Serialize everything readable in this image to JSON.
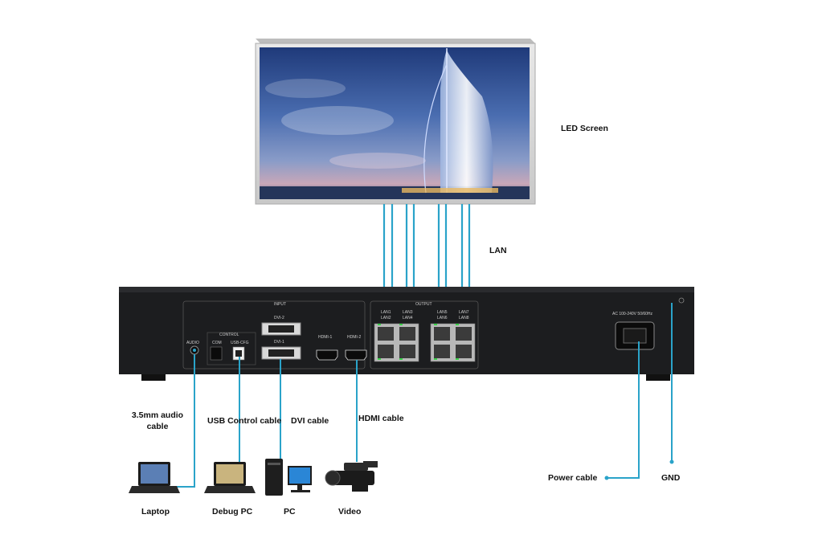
{
  "diagram": {
    "screen_label": "LED Screen",
    "lan_label": "LAN",
    "cables": {
      "audio": "3.5mm audio cable",
      "usb": "USB Control cable",
      "dvi": "DVI cable",
      "hdmi": "HDMI cable",
      "power": "Power cable",
      "gnd": "GND"
    },
    "devices": {
      "laptop": "Laptop",
      "debug_pc": "Debug PC",
      "pc": "PC",
      "video": "Video"
    },
    "panel": {
      "input_title": "INPUT",
      "output_title": "OUTPUT",
      "control_title": "CONTROL",
      "audio": "AUDIO",
      "com": "COM",
      "usb_cfg": "USB-CFG",
      "dvi_1": "DVI-1",
      "dvi_2": "DVI-2",
      "hdmi_1": "HDMI-1",
      "hdmi_2": "HDMI-2",
      "lan1": "LAN1",
      "lan2": "LAN2",
      "lan3": "LAN3",
      "lan4": "LAN4",
      "lan5": "LAN5",
      "lan6": "LAN6",
      "lan7": "LAN7",
      "lan8": "LAN8",
      "power_rating": "AC 100-240V 50/60Hz"
    },
    "colors": {
      "cable": "#2aa3c9",
      "chassis": "#1c1d1f",
      "frame": "#d8d8d8"
    }
  }
}
